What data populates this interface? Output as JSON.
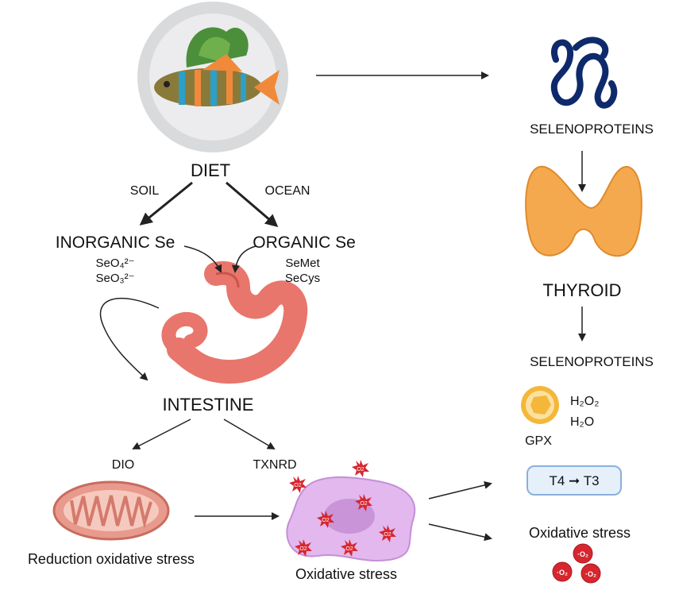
{
  "labels": {
    "diet": "DIET",
    "soil": "SOIL",
    "ocean": "OCEAN",
    "inorganic": "INORGANIC Se",
    "seo4": "SeO₄²⁻",
    "seo3": "SeO₃²⁻",
    "organic": "ORGANIC Se",
    "semet": "SeMet",
    "secys": "SeCys",
    "intestine": "INTESTINE",
    "dio": "DIO",
    "txnrd": "TXNRD",
    "reduction": "Reduction oxidative stress",
    "oxidative_cell": "Oxidative stress",
    "selenoproteins_top": "SELENOPROTEINS",
    "thyroid": "THYROID",
    "selenoproteins_bottom": "SELENOPROTEINS",
    "h2o2": "H₂O₂",
    "h2o": "H₂O",
    "gpx": "GPX",
    "t4t3": "T4 ➞ T3",
    "oxidative_right": "Oxidative stress",
    "o2": "O₂"
  },
  "colors": {
    "arrow": "#222222",
    "stomach": "#e8766c",
    "thyroid": "#f5a94e",
    "selenoprotein": "#0f2a6b",
    "cell": "#e2b8ee",
    "ros": "#d7262e",
    "gpx": "#f4b73a",
    "box_fill": "#e6f0fb",
    "box_stroke": "#8ab0dd",
    "mito": "#e89a8c"
  }
}
